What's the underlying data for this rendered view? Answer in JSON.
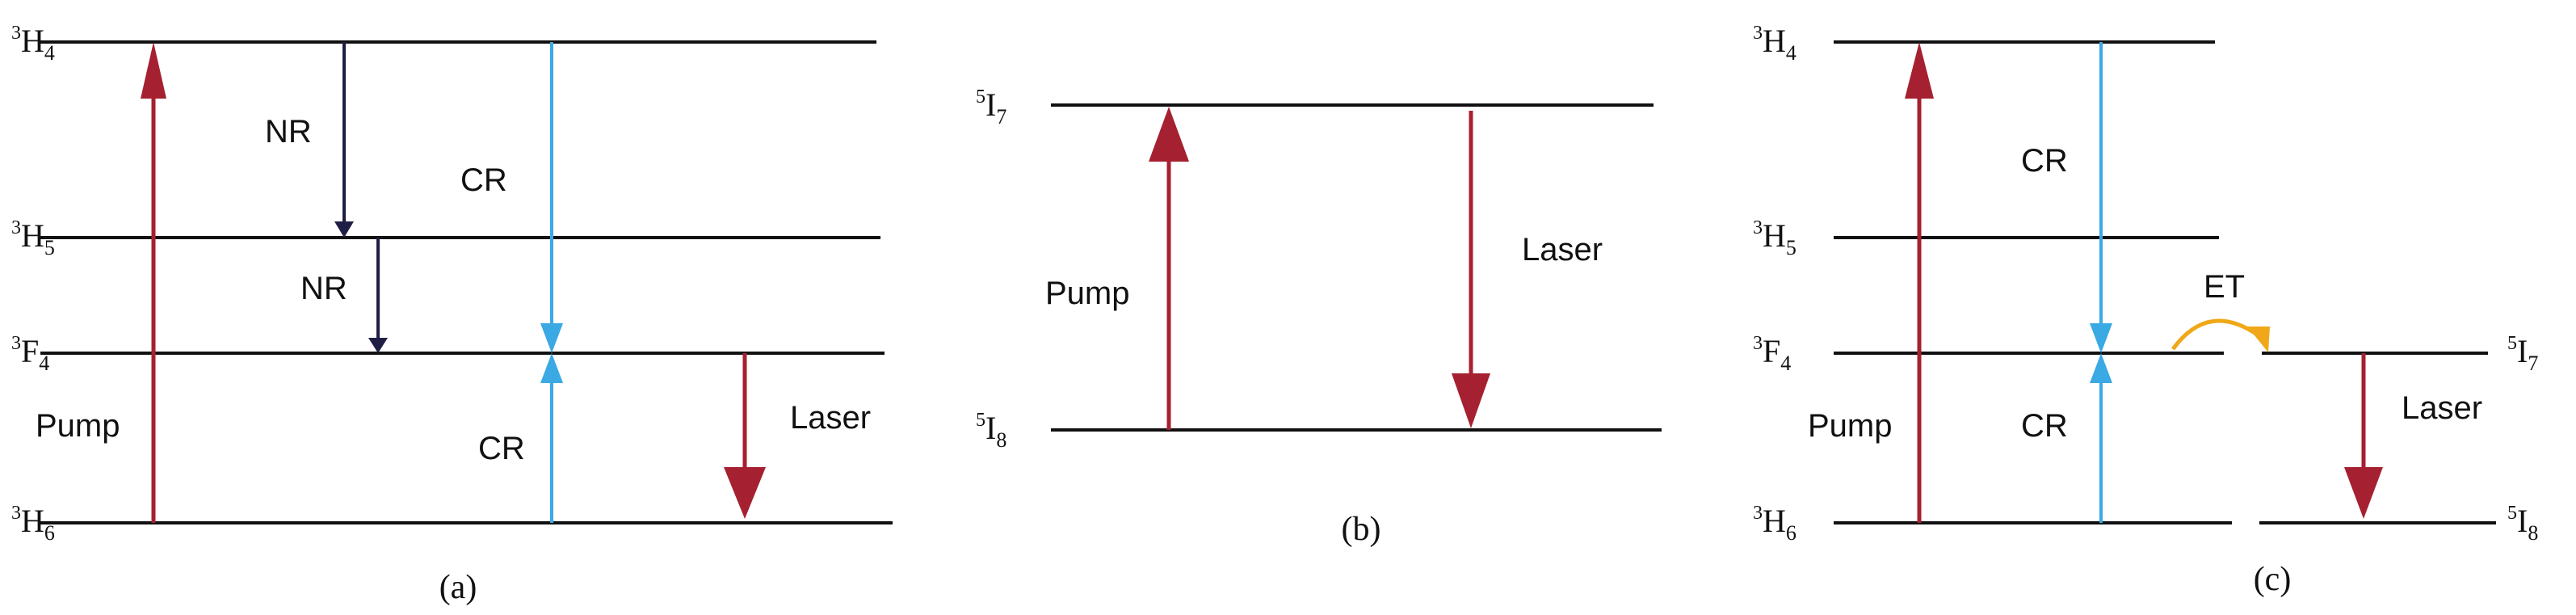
{
  "colors": {
    "level": "#111111",
    "pump": "#a52030",
    "laser": "#a52030",
    "nr": "#1f1f45",
    "cr": "#3ba9e3",
    "et": "#f0a818"
  },
  "panel_a": {
    "caption": "(a)",
    "levels": [
      {
        "sup": "3",
        "base": "H",
        "sub": "4"
      },
      {
        "sup": "3",
        "base": "H",
        "sub": "5"
      },
      {
        "sup": "3",
        "base": "F",
        "sub": "4"
      },
      {
        "sup": "3",
        "base": "H",
        "sub": "6"
      }
    ],
    "pump_label": "Pump",
    "nr_label_1": "NR",
    "nr_label_2": "NR",
    "cr_label_top": "CR",
    "cr_label_bottom": "CR",
    "laser_label": "Laser"
  },
  "panel_b": {
    "caption": "(b)",
    "levels": [
      {
        "sup": "5",
        "base": "I",
        "sub": "7"
      },
      {
        "sup": "5",
        "base": "I",
        "sub": "8"
      }
    ],
    "pump_label": "Pump",
    "laser_label": "Laser"
  },
  "panel_c": {
    "caption": "(c)",
    "levels_left": [
      {
        "sup": "3",
        "base": "H",
        "sub": "4"
      },
      {
        "sup": "3",
        "base": "H",
        "sub": "5"
      },
      {
        "sup": "3",
        "base": "F",
        "sub": "4"
      },
      {
        "sup": "3",
        "base": "H",
        "sub": "6"
      }
    ],
    "levels_right": [
      {
        "sup": "5",
        "base": "I",
        "sub": "7"
      },
      {
        "sup": "5",
        "base": "I",
        "sub": "8"
      }
    ],
    "pump_label": "Pump",
    "cr_label_top": "CR",
    "cr_label_bottom": "CR",
    "et_label": "ET",
    "laser_label": "Laser"
  }
}
